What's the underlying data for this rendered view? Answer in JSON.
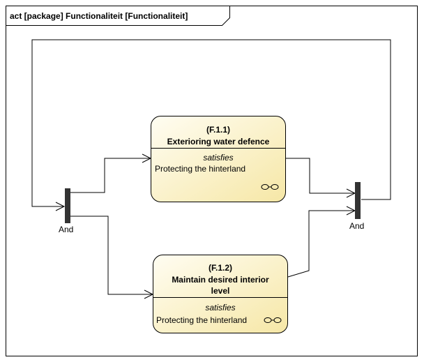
{
  "frame": {
    "title": "act [package] Functionaliteit [Functionaliteit]"
  },
  "actions": [
    {
      "id": "(F.1.1)",
      "name_lines": [
        "Exterioring water defence"
      ],
      "stereotype": "satisfies",
      "target": "Protecting the hinterland",
      "fill": "#fbf3c6",
      "link_icon": "chain-link-icon"
    },
    {
      "id": "(F.1.2)",
      "name_lines": [
        "Maintain desired interior",
        "level"
      ],
      "stereotype": "satisfies",
      "target": "Protecting the hinterland",
      "fill": "#fbf3c6",
      "link_icon": "chain-link-icon"
    }
  ],
  "bars": [
    {
      "label": "And"
    },
    {
      "label": "And"
    }
  ]
}
